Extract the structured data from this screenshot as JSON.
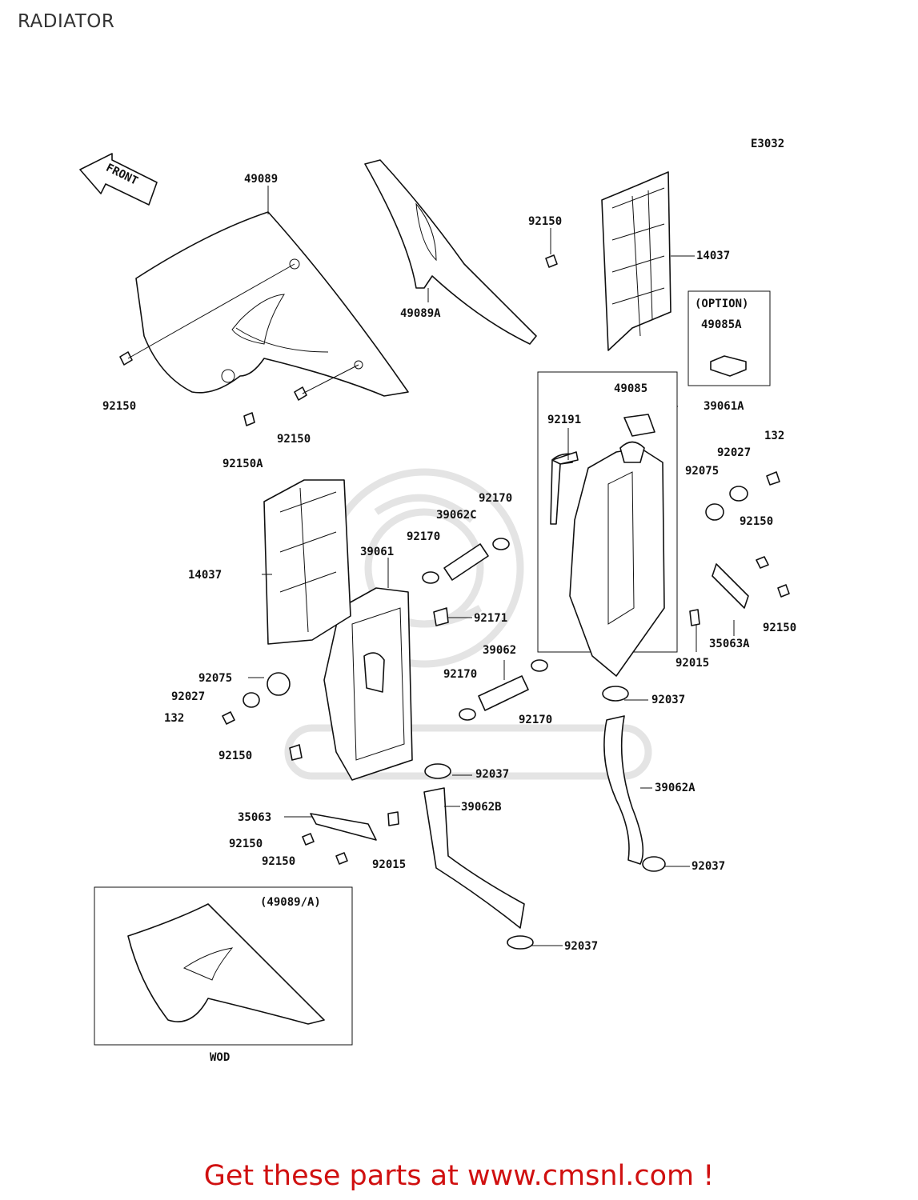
{
  "page": {
    "title": "RADIATOR"
  },
  "diagram": {
    "code": "E3032",
    "front_label": "FRONT",
    "option": {
      "label": "(OPTION)",
      "part": "49085A"
    },
    "inset": {
      "label": "(49089/A)",
      "caption": "WOD"
    },
    "parts": {
      "p49089": "49089",
      "p49089A": "49089A",
      "p92150_a": "92150",
      "p14037_a": "14037",
      "p92150_b": "92150",
      "p92150_c": "92150",
      "p92150A": "92150A",
      "p49085": "49085",
      "p39061A": "39061A",
      "p92191": "92191",
      "p132_a": "132",
      "p92027_a": "92027",
      "p92075_a": "92075",
      "p92170_a": "92170",
      "p39062C": "39062C",
      "p92150_d": "92150",
      "p92170_b": "92170",
      "p39061": "39061",
      "p14037_b": "14037",
      "p92171": "92171",
      "p92150_e": "92150",
      "p35063A": "35063A",
      "p92015_a": "92015",
      "p39062": "39062",
      "p92170_c": "92170",
      "p92075_b": "92075",
      "p92037_a": "92037",
      "p92027_b": "92027",
      "p132_b": "132",
      "p92170_d": "92170",
      "p92150_f": "92150",
      "p92037_b": "92037",
      "p39062A": "39062A",
      "p35063": "35063",
      "p39062B": "39062B",
      "p92150_g": "92150",
      "p92150_h": "92150",
      "p92015_b": "92015",
      "p92037_c": "92037",
      "p92037_d": "92037"
    }
  },
  "promo": {
    "text": "Get these parts at www.cmsnl.com !"
  },
  "colors": {
    "promo": "#d01010",
    "line": "#111111",
    "watermark": "#e4e4e4"
  }
}
